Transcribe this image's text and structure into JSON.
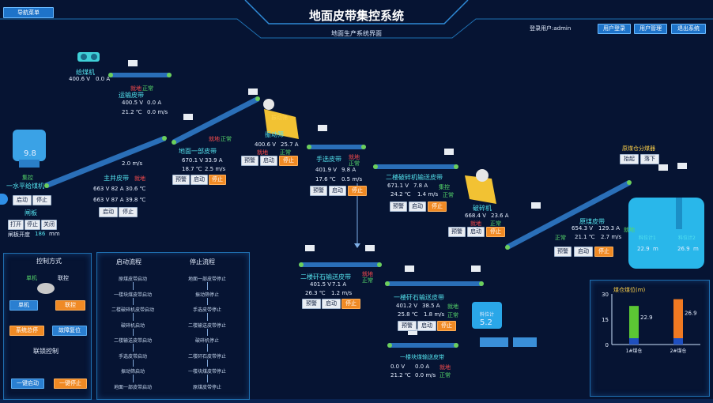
{
  "nav_menu": "导航菜单",
  "title": "地面皮带集控系统",
  "subtitle": "地面生产系统界面",
  "login_label": "登录用户:admin",
  "top_buttons": [
    "用户登录",
    "用户管理",
    "退出系统"
  ],
  "feeder": {
    "name": "给煤机",
    "v": "400.6 V",
    "a": "0.0 A"
  },
  "return_belt": {
    "name": "运输皮带",
    "local": "就地",
    "state": "正常",
    "v": "400.5 V",
    "a": "0.0 A",
    "temp": "21.2 ℃",
    "speed": "0.0 m/s"
  },
  "bunker": {
    "value": "9.8",
    "label1": "集控",
    "label2": "一水平给煤机",
    "btn_start": "启动",
    "btn_stop": "停止",
    "gate": "闸板",
    "gate_btns": [
      "打开",
      "停止",
      "关闭"
    ],
    "gate_open_label": "闸板开度",
    "gate_open_val": "186",
    "gate_unit": "mm"
  },
  "main_shaft": {
    "name": "主井皮带",
    "local": "就地",
    "speed": "2.0 m/s",
    "r1": "663 V  82 A  30.6 ℃",
    "r2": "663 V  87 A  39.8 ℃",
    "btn_start": "启动",
    "btn_stop": "停止"
  },
  "ground1": {
    "name": "地面一部皮带",
    "local": "就地",
    "state": "正常",
    "v": "670.1 V",
    "a": "33.9 A",
    "temp": "18.7 ℃",
    "speed": "2.5 m/s",
    "btns": [
      "预警",
      "启动",
      "停止"
    ]
  },
  "screen": {
    "name": "振动筛",
    "v": "400.6 V",
    "a": "25.7 A",
    "local": "就地",
    "state": "正常",
    "btns": [
      "预警",
      "启动",
      "停止"
    ]
  },
  "hand_select": {
    "name": "手选皮带",
    "local": "就地",
    "state": "正常",
    "v": "401.9 V",
    "a": "9.8 A",
    "temp": "17.6 ℃",
    "speed": "0.5 m/s",
    "btns": [
      "预警",
      "启动",
      "停止"
    ]
  },
  "crusher2": {
    "name": "二楼破碎机输送皮带",
    "v": "671.1 V",
    "a": "7.8 A",
    "local": "集控",
    "temp": "24.2 ℃",
    "speed": "1.4 m/s",
    "state": "正常",
    "btns": [
      "预警",
      "启动",
      "停止"
    ]
  },
  "crusher": {
    "name": "破碎机",
    "v": "668.4 V",
    "a": "23.6 A",
    "local": "就地",
    "state": "正常",
    "btns": [
      "预警",
      "启动",
      "停止"
    ]
  },
  "raw_coal": {
    "name": "原煤皮带",
    "v": "654.3 V",
    "a": "129.3 A",
    "local": "就地",
    "temp": "21.1 ℃",
    "speed": "2.7 m/s",
    "state": "正常",
    "btns": [
      "预警",
      "启动",
      "停止"
    ]
  },
  "silo_ctrl": {
    "label": "原煤仓分煤器",
    "btns": [
      "抬起",
      "落下"
    ],
    "tag1": "料位计1",
    "tag2": "料位计2",
    "v1": "22.9",
    "v1u": "m",
    "v2": "26.9",
    "v2u": "m"
  },
  "gangue2": {
    "name": "二楼矸石输送皮带",
    "local": "就地",
    "state": "正常",
    "v": "401.5 V",
    "a": "7.1 A",
    "temp": "26.3 ℃",
    "speed": "1.2 m/s",
    "btns": [
      "预警",
      "启动",
      "停止"
    ]
  },
  "gangue1": {
    "name": "一楼矸石输送皮带",
    "v": "401.2 V",
    "a": "38.5 A",
    "local": "就地",
    "temp": "25.8 ℃",
    "speed": "1.8 m/s",
    "state": "正常",
    "btns": [
      "预警",
      "启动",
      "停止"
    ]
  },
  "lump1": {
    "name": "一楼块煤输送皮带",
    "v": "0.0 V",
    "a": "0.0 A",
    "local": "就地",
    "temp": "21.2 ℃",
    "speed": "0.0 m/s",
    "state": "正常"
  },
  "gangue_bin": {
    "label": "料位计",
    "value": "5.2"
  },
  "control_mode": {
    "title": "控制方式",
    "single": "单机",
    "joint": "联控",
    "btn_single": "单机",
    "btn_joint": "联控",
    "btn_reset": "系统总停",
    "btn_fault": "故障复位",
    "chain_title": "联锁控制",
    "btn_chain_start": "一键启动",
    "btn_chain_stop": "一键停止"
  },
  "start_flow": {
    "title": "启动流程",
    "steps": [
      "原煤皮带启动",
      "一楼块煤皮带启动",
      "二楼破碎机皮带启动",
      "破碎机启动",
      "二楼输送皮带启动",
      "手选皮带启动",
      "振动筛启动",
      "地面一部皮带启动"
    ]
  },
  "stop_flow": {
    "title": "停止流程",
    "steps": [
      "地面一部皮带停止",
      "振动筛停止",
      "手选皮带停止",
      "二楼输送皮带停止",
      "破碎机停止",
      "二楼矸石皮带停止",
      "一楼块煤皮带停止",
      "原煤皮带停止"
    ]
  },
  "chart_data": {
    "type": "bar",
    "title": "煤仓煤位(m)",
    "categories": [
      "1#煤仓",
      "2#煤仓"
    ],
    "values": [
      22.9,
      26.9
    ],
    "ylim": [
      0,
      30
    ],
    "yticks": [
      "0",
      "15",
      "30"
    ],
    "colors": [
      "#5cc734",
      "#f07a22"
    ]
  }
}
